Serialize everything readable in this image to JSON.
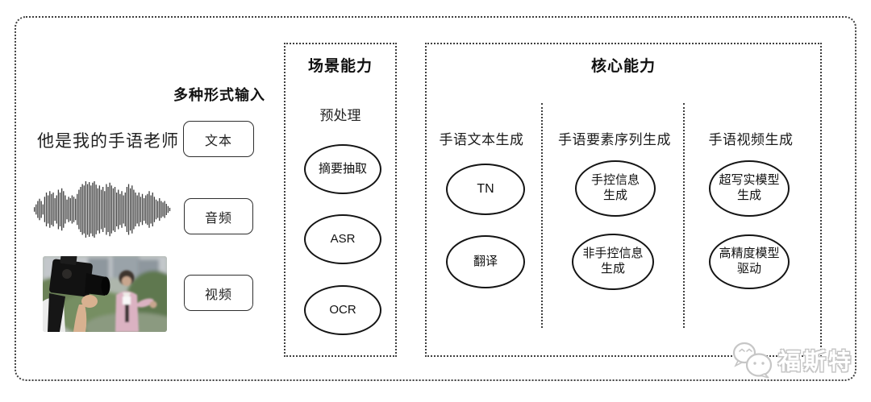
{
  "input_section": {
    "title": "多种形式输入",
    "sample_text": "他是我的手语老师",
    "boxes": [
      {
        "label": "文本"
      },
      {
        "label": "音频"
      },
      {
        "label": "视频"
      }
    ]
  },
  "scene_section": {
    "title": "场景能力",
    "subtitle": "预处理",
    "nodes": [
      {
        "label": "摘要抽取"
      },
      {
        "label": "ASR"
      },
      {
        "label": "OCR"
      }
    ]
  },
  "core_section": {
    "title": "核心能力",
    "columns": [
      {
        "header": "手语文本生成",
        "nodes": [
          {
            "label": "TN"
          },
          {
            "label": "翻译"
          }
        ]
      },
      {
        "header": "手语要素序列生成",
        "nodes": [
          {
            "label": "手控信息\n生成"
          },
          {
            "label": "非手控信息\n生成"
          }
        ]
      },
      {
        "header": "手语视频生成",
        "nodes": [
          {
            "label": "超写实模型\n生成"
          },
          {
            "label": "高精度模型\n驱动"
          }
        ]
      }
    ]
  },
  "watermark": {
    "text": "福斯特",
    "logo": "chat-bubbles-icon"
  },
  "waveform": {
    "bars": [
      0.08,
      0.18,
      0.3,
      0.38,
      0.3,
      0.18,
      0.45,
      0.6,
      0.5,
      0.65,
      0.55,
      0.6,
      0.4,
      0.5,
      0.7,
      0.6,
      0.75,
      0.65,
      0.5,
      0.35,
      0.45,
      0.4,
      0.5,
      0.45,
      0.38,
      0.55,
      0.7,
      0.8,
      0.9,
      0.85,
      1.0,
      0.9,
      0.97,
      0.85,
      0.95,
      1.0,
      0.88,
      0.75,
      0.85,
      0.7,
      0.8,
      0.65,
      0.9,
      0.8,
      0.95,
      0.85,
      0.75,
      0.8,
      0.6,
      0.7,
      0.55,
      0.65,
      0.5,
      0.6,
      0.8,
      0.9,
      0.75,
      0.85,
      0.7,
      0.6,
      0.5,
      0.6,
      0.45,
      0.55,
      0.4,
      0.5,
      0.55,
      0.65,
      0.5,
      0.6,
      0.45,
      0.35,
      0.3,
      0.4,
      0.3,
      0.25,
      0.3,
      0.2,
      0.12,
      0.06
    ]
  },
  "colors": {
    "ink": "#1c1c1c",
    "dotted_border": "#3f3f3f",
    "node_stroke": "#141414",
    "waveform": "#3d3d3d",
    "watermark": "#c6c6c6"
  }
}
